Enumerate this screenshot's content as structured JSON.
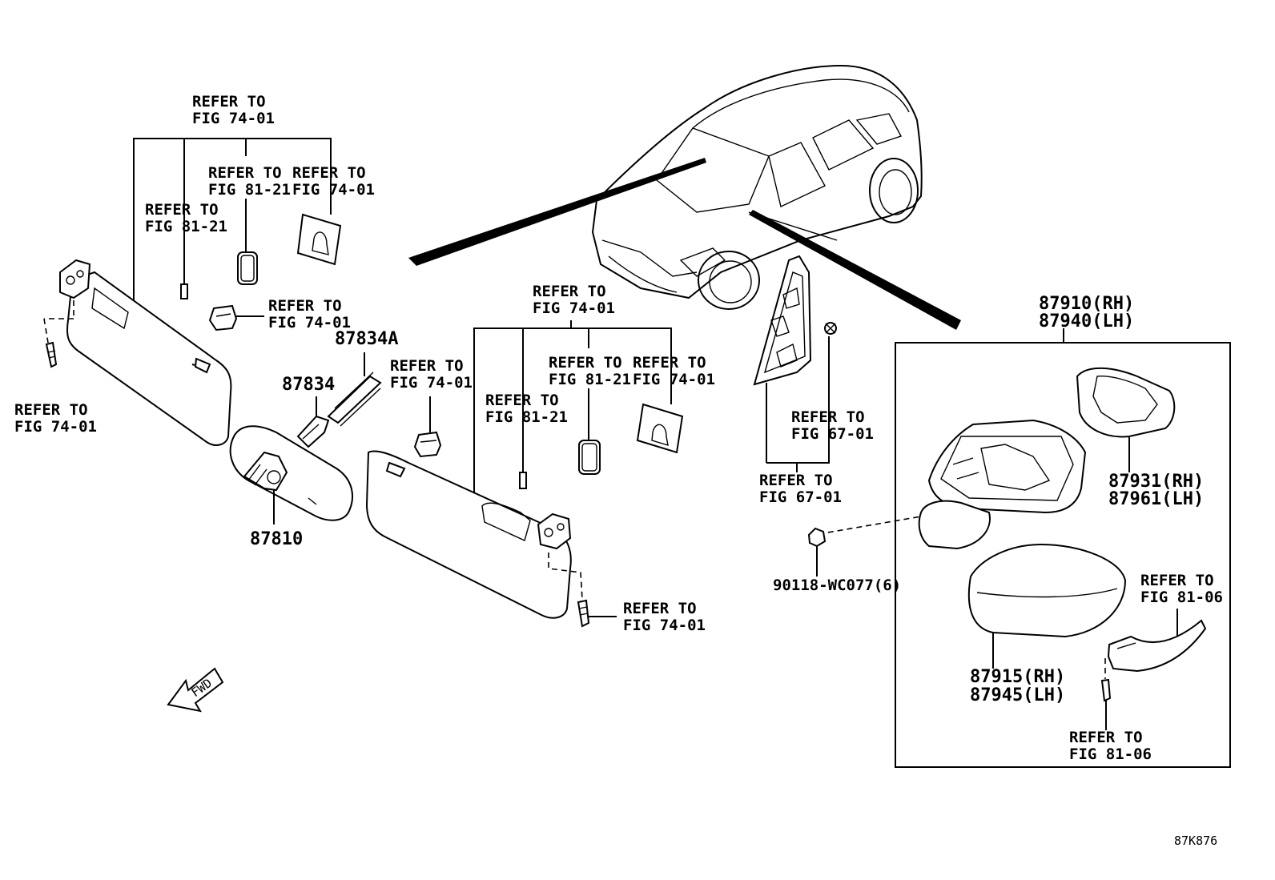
{
  "labels": {
    "ref_top_group": [
      "REFER TO",
      "FIG 74-01"
    ],
    "ref_left_81_21": [
      "REFER TO",
      "FIG 81-21"
    ],
    "ref_left_mid_81_21": [
      "REFER TO",
      "FIG 81-21"
    ],
    "ref_left_tag_74_01": [
      "REFER TO",
      "FIG 74-01"
    ],
    "ref_left_clip_74_01": [
      "REFER TO",
      "FIG 74-01"
    ],
    "ref_left_screw_74_01": [
      "REFER TO",
      "FIG 74-01"
    ],
    "part_87834A": "87834A",
    "part_87834": "87834",
    "part_87810": "87810",
    "ref_center_clip_74_01": [
      "REFER TO",
      "FIG 74-01"
    ],
    "ref_center_group": [
      "REFER TO",
      "FIG 74-01"
    ],
    "ref_center_81_21_a": [
      "REFER TO",
      "FIG 81-21"
    ],
    "ref_center_81_21_b": [
      "REFER TO",
      "FIG 81-21"
    ],
    "ref_center_tag_74_01": [
      "REFER TO",
      "FIG 74-01"
    ],
    "ref_center_screw_74_01": [
      "REFER TO",
      "FIG 74-01"
    ],
    "ref_tri_67_01_a": [
      "REFER TO",
      "FIG 67-01"
    ],
    "ref_tri_67_01_b": [
      "REFER TO",
      "FIG 67-01"
    ],
    "part_90118": "90118-WC077(6)",
    "part_mirror_assy": [
      "87910(RH)",
      "87940(LH)"
    ],
    "part_mirror_glass": [
      "87931(RH)",
      "87961(LH)"
    ],
    "part_mirror_cover": [
      "87915(RH)",
      "87945(LH)"
    ],
    "ref_mirror_turn_81_06": [
      "REFER TO",
      "FIG 81-06"
    ],
    "ref_mirror_screw_81_06": [
      "REFER TO",
      "FIG 81-06"
    ],
    "fwd_arrow": "FWD",
    "figure_code": "87K876"
  },
  "colors": {
    "line": "#000000",
    "background": "#ffffff"
  }
}
